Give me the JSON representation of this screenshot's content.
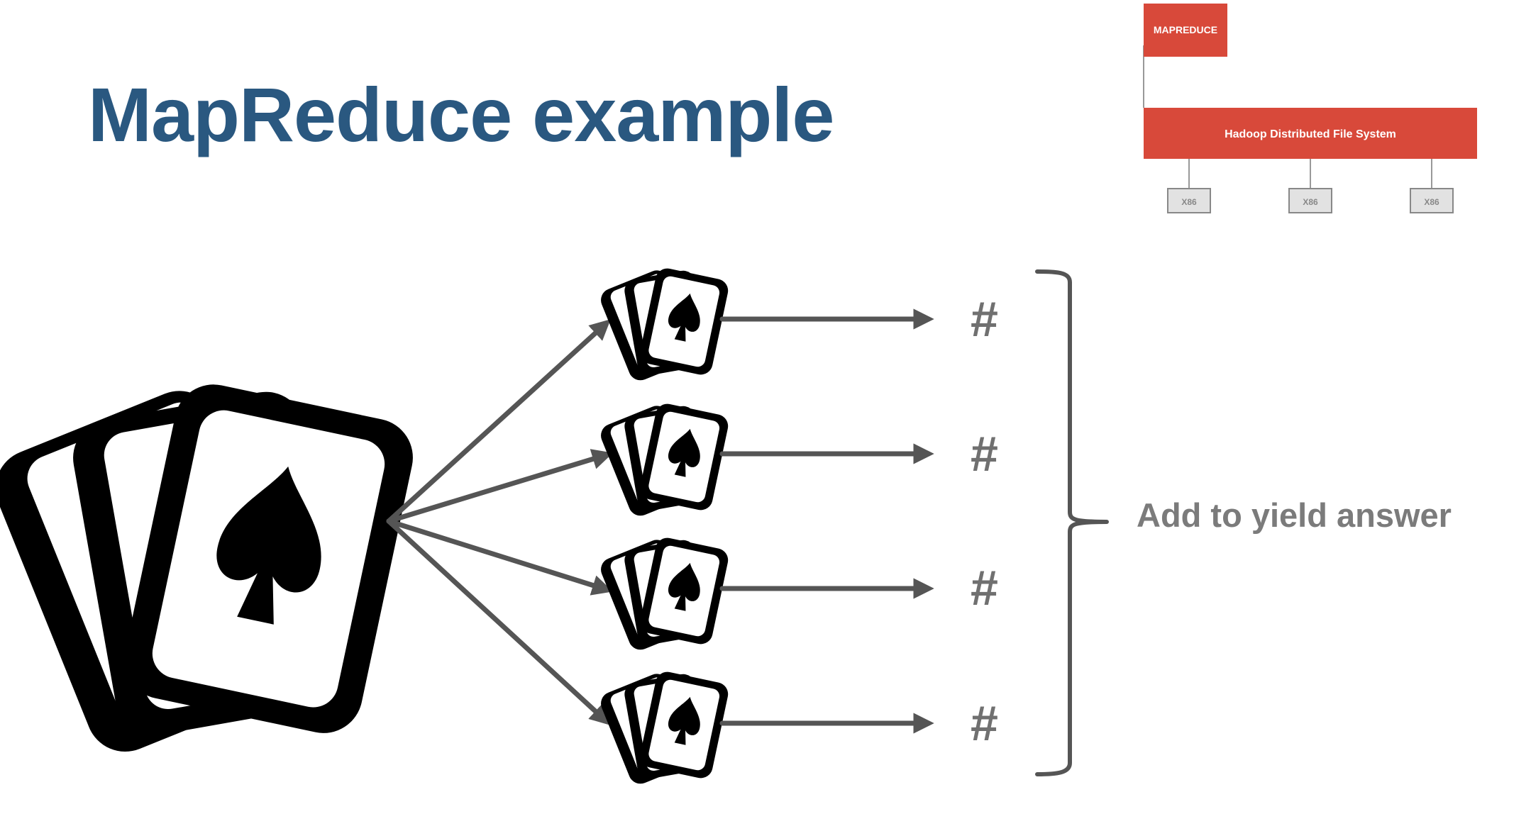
{
  "title": "MapReduce example",
  "answer_label": "Add to yield answer",
  "count_symbol": "#",
  "count_symbols": [
    "#",
    "#",
    "#",
    "#"
  ],
  "thumbnail": {
    "mapreduce_label": "MAPREDUCE",
    "hdfs_label": "Hadoop Distributed File System",
    "node_labels": [
      "X86",
      "X86",
      "X86"
    ]
  },
  "colors": {
    "title": "#2a5880",
    "arrow": "#555555",
    "hash": "#707070",
    "label": "#7b7b7b",
    "bracket": "#555555",
    "hdfs_red": "#d8493a",
    "node_fill": "#e2e2e2",
    "card": "#000000"
  },
  "icons": {
    "deck": "playing-cards-spade-icon",
    "small_deck": "playing-cards-spade-icon"
  }
}
